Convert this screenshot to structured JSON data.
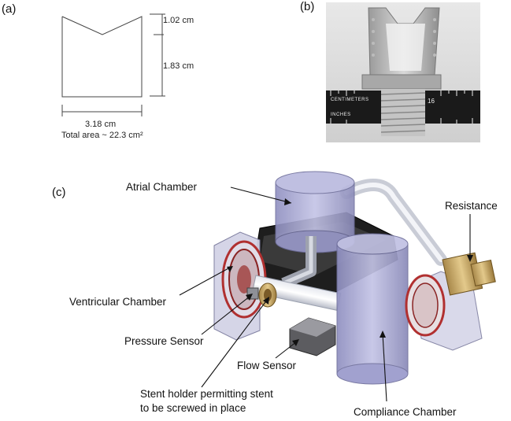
{
  "panels": {
    "a": {
      "label": "(a)",
      "height_top": "1.02 cm",
      "height_bottom": "1.83 cm",
      "width": "3.18 cm",
      "area": "Total area ~ 22.3 cm²"
    },
    "b": {
      "label": "(b)",
      "ruler_top": "CENTIMETERS",
      "ruler_bottom": "INCHES",
      "ruler_number": "16"
    },
    "c": {
      "label": "(c)",
      "callouts": {
        "atrial": "Atrial Chamber",
        "resistance": "Resistance",
        "ventricular": "Ventricular Chamber",
        "pressure": "Pressure Sensor",
        "flow": "Flow Sensor",
        "stent_line1": "Stent holder permitting stent",
        "stent_line2": "to be screwed in place",
        "compliance": "Compliance Chamber"
      }
    }
  }
}
